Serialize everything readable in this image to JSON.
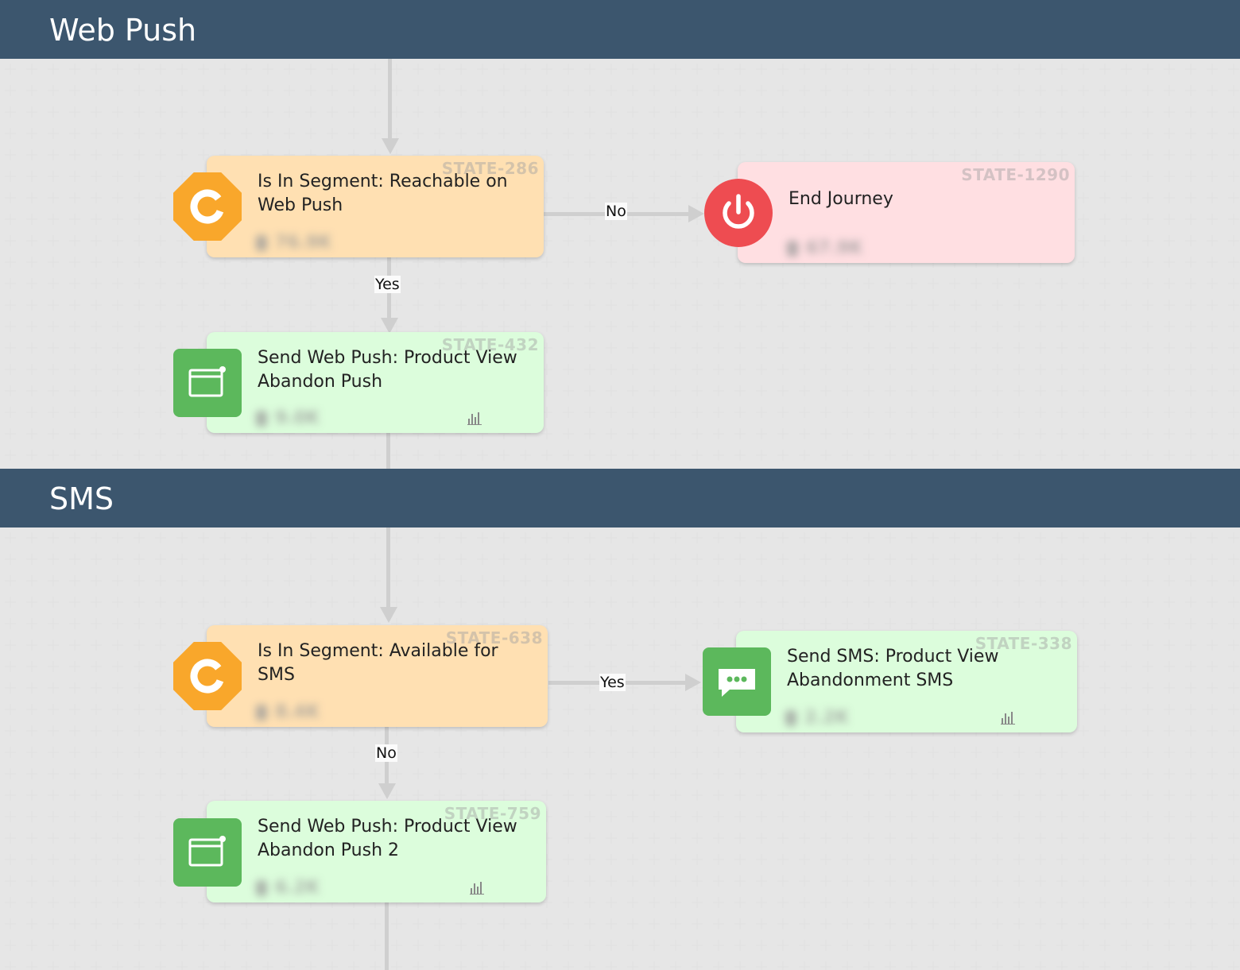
{
  "sections": [
    {
      "title": "Web Push",
      "nodes": {
        "segment": {
          "title": "Is In Segment: Reachable on Web Push",
          "state_id": "STATE-286",
          "count": "76.9K"
        },
        "end": {
          "title": "End Journey",
          "state_id": "STATE-1290",
          "count": "67.9K"
        },
        "action": {
          "title": "Send Web Push: Product View Abandon Push",
          "state_id": "STATE-432",
          "count": "9.0K"
        }
      },
      "edges": {
        "right_label": "No",
        "down_label": "Yes"
      }
    },
    {
      "title": "SMS",
      "nodes": {
        "segment": {
          "title": "Is In Segment: Available for SMS",
          "state_id": "STATE-638",
          "count": "8.4K"
        },
        "sms": {
          "title": "Send SMS: Product View Abandonment SMS",
          "state_id": "STATE-338",
          "count": "2.2K"
        },
        "action": {
          "title": "Send Web Push: Product View Abandon Push 2",
          "state_id": "STATE-759",
          "count": "6.2K"
        }
      },
      "edges": {
        "right_label": "Yes",
        "down_label": "No"
      }
    }
  ],
  "colors": {
    "header_bg": "#3c566e",
    "segment_bg": "#ffe0b2",
    "action_bg": "#dcfddc",
    "end_bg": "#ffdfe2",
    "segment_icon": "#f9a72b",
    "action_icon": "#5cb85c",
    "end_icon": "#ee4c51"
  },
  "icons": {
    "segment": "segment-ring-icon",
    "webpush": "browser-window-icon",
    "sms": "chat-bubble-icon",
    "end": "power-icon",
    "stats": "bar-chart-icon"
  }
}
